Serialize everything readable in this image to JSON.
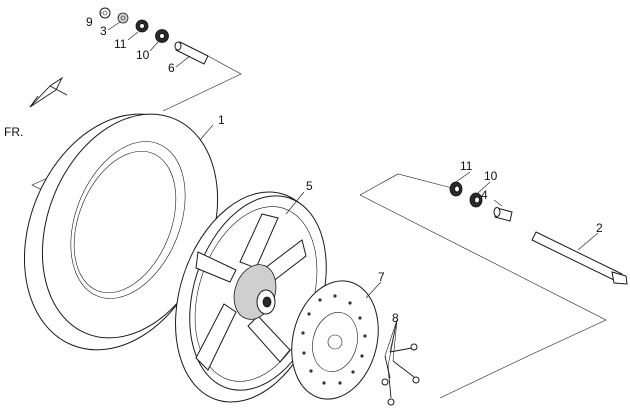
{
  "direction_label": "FR.",
  "callouts": [
    {
      "id": "p1",
      "number": "1",
      "name": "tire"
    },
    {
      "id": "p2",
      "number": "2",
      "name": "axle"
    },
    {
      "id": "p3",
      "number": "3",
      "name": "nut"
    },
    {
      "id": "p4",
      "number": "4",
      "name": "collar-right"
    },
    {
      "id": "p5",
      "number": "5",
      "name": "rim"
    },
    {
      "id": "p6",
      "number": "6",
      "name": "collar-left"
    },
    {
      "id": "p7",
      "number": "7",
      "name": "brake-disc"
    },
    {
      "id": "p8",
      "number": "8",
      "name": "disc-bolts"
    },
    {
      "id": "p9",
      "number": "9",
      "name": "cap"
    },
    {
      "id": "p10a",
      "number": "10",
      "name": "bearing-left"
    },
    {
      "id": "p10b",
      "number": "10",
      "name": "bearing-right"
    },
    {
      "id": "p11a",
      "number": "11",
      "name": "oil-seal-left"
    },
    {
      "id": "p11b",
      "number": "11",
      "name": "oil-seal-right"
    }
  ]
}
